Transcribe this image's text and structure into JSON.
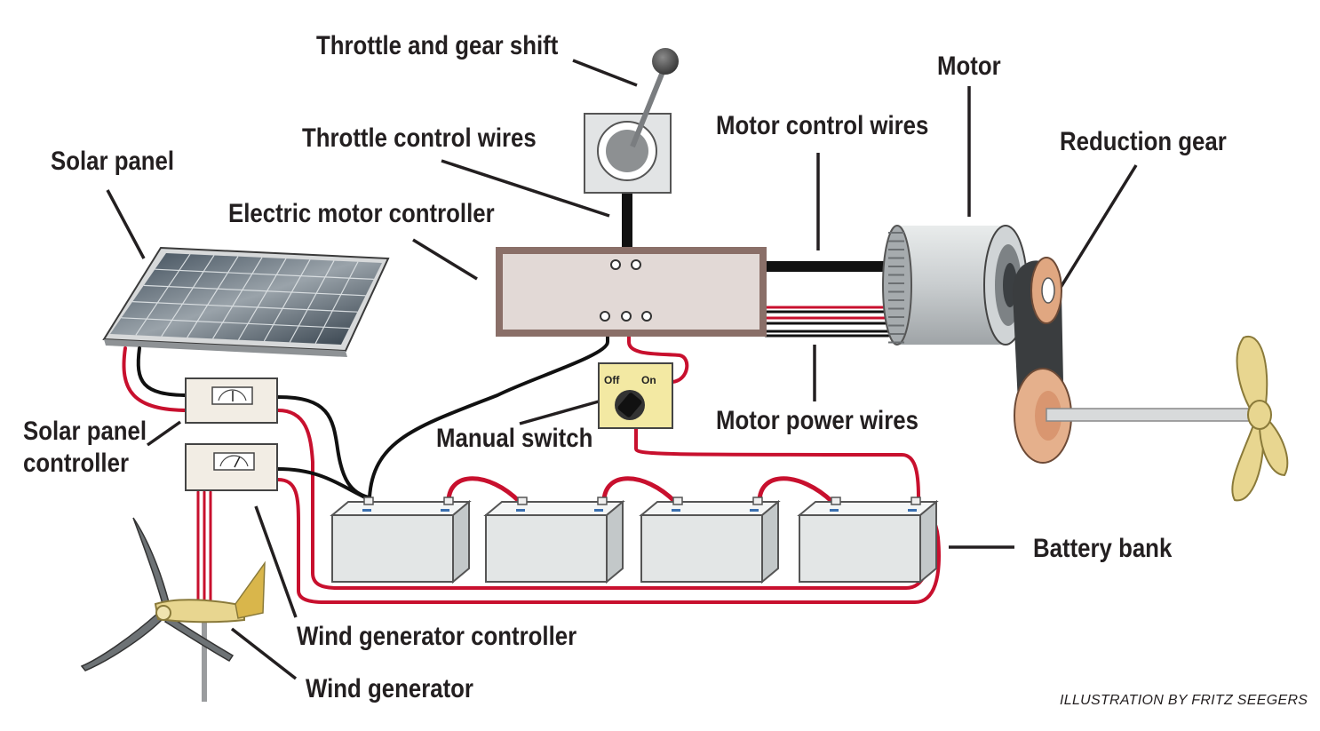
{
  "labels": {
    "throttle_gear_shift": "Throttle and gear shift",
    "throttle_control_wires": "Throttle control wires",
    "motor": "Motor",
    "motor_control_wires": "Motor control wires",
    "reduction_gear": "Reduction gear",
    "solar_panel": "Solar panel",
    "electric_motor_controller": "Electric motor controller",
    "solar_panel_controller_line1": "Solar panel",
    "solar_panel_controller_line2": "controller",
    "manual_switch": "Manual switch",
    "motor_power_wires": "Motor power wires",
    "battery_bank": "Battery bank",
    "wind_generator_controller": "Wind generator controller",
    "wind_generator": "Wind generator"
  },
  "switch": {
    "off": "Off",
    "on": "On"
  },
  "credit": "ILLUSTRATION BY FRITZ SEEGERS",
  "colors": {
    "wire_red": "#c8102e",
    "wire_black": "#111111",
    "battery_fill": "#e3e6e6",
    "controller_fill": "#cfc4c2",
    "switch_fill": "#f3e9a3",
    "propeller": "#e8d690"
  }
}
